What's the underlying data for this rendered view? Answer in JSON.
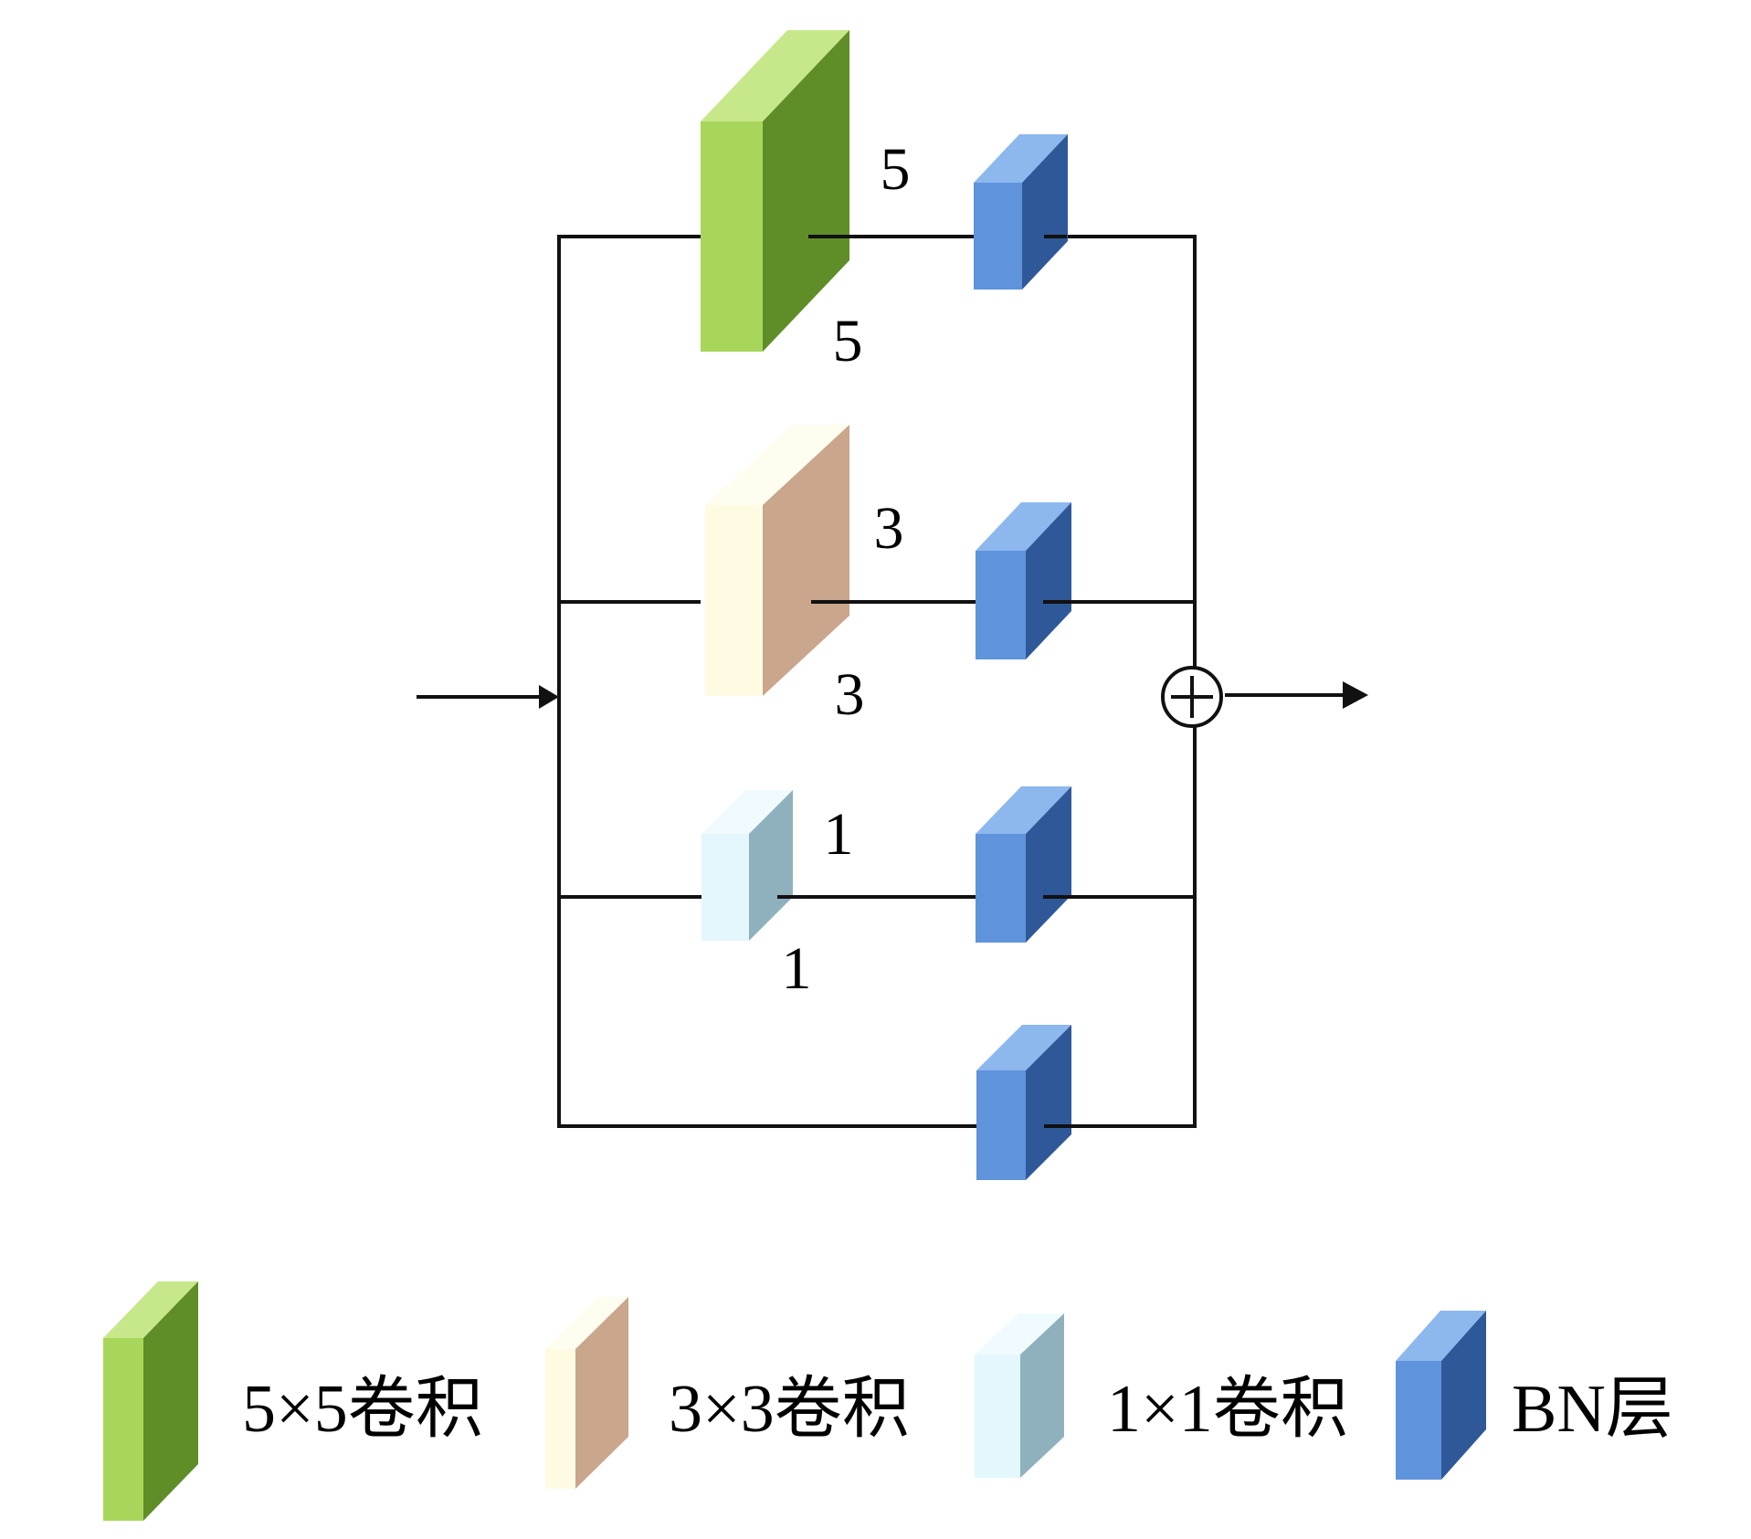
{
  "diagram": {
    "type": "multi-branch convolution block",
    "branches": [
      {
        "id": "conv5",
        "kernel_top": "5",
        "kernel_bottom": "5",
        "layer": "5×5卷积",
        "followed_by": "BN层"
      },
      {
        "id": "conv3",
        "kernel_top": "3",
        "kernel_bottom": "3",
        "layer": "3×3卷积",
        "followed_by": "BN层"
      },
      {
        "id": "conv1",
        "kernel_top": "1",
        "kernel_bottom": "1",
        "layer": "1×1卷积",
        "followed_by": "BN层"
      },
      {
        "id": "identity",
        "layer": "BN层"
      }
    ],
    "merge": {
      "operation": "add",
      "symbol": "⊕"
    },
    "input_arrow": "input",
    "output_arrow": "output"
  },
  "legend": [
    {
      "key": "conv5",
      "label": "5×5卷积"
    },
    {
      "key": "conv3",
      "label": "3×3卷积"
    },
    {
      "key": "conv1",
      "label": "1×1卷积"
    },
    {
      "key": "bn",
      "label": "BN层"
    }
  ],
  "colors": {
    "conv5": {
      "front": "#a8d65a",
      "top": "#c6e88a",
      "side": "#5f8d28"
    },
    "conv3": {
      "front": "#fffbe3",
      "top": "#fffdf0",
      "side": "#c9a68c"
    },
    "conv1": {
      "front": "#e3f7fd",
      "top": "#f0fbff",
      "side": "#8fb1be"
    },
    "bn": {
      "front": "#5f93dc",
      "top": "#8db8ee",
      "side": "#2f5898"
    },
    "wire": "#111111"
  }
}
